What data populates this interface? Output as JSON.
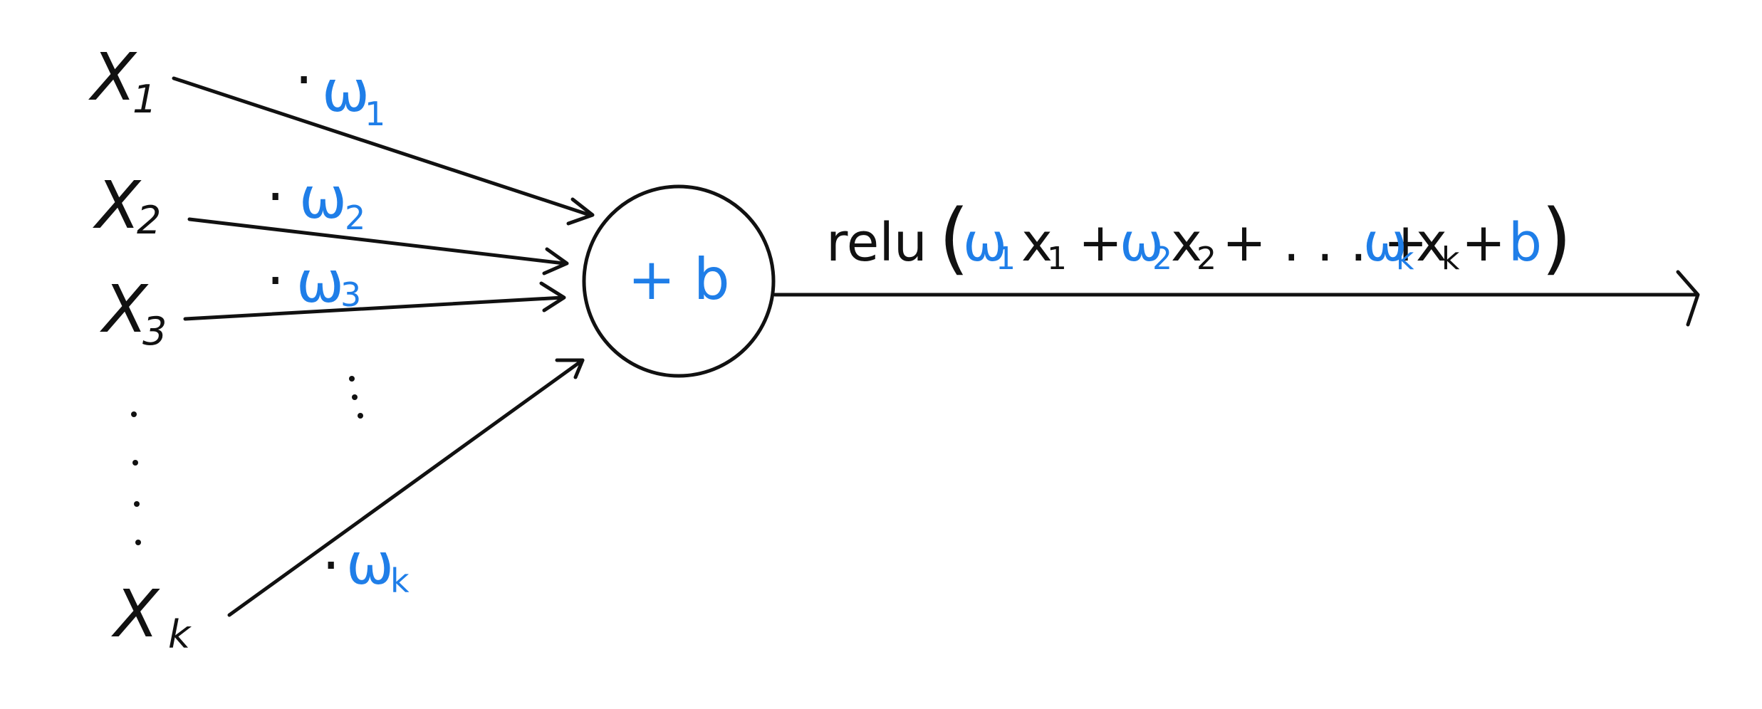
{
  "colors": {
    "ink": "#111111",
    "weight": "#1f7ee8"
  },
  "inputs": [
    {
      "base": "X",
      "sub": "1"
    },
    {
      "base": "X",
      "sub": "2"
    },
    {
      "base": "X",
      "sub": "3"
    },
    {
      "base": "X",
      "sub": "k"
    }
  ],
  "weights": [
    {
      "dot": "·",
      "base": "ω",
      "sub": "1"
    },
    {
      "dot": "·",
      "base": "ω",
      "sub": "2"
    },
    {
      "dot": "·",
      "base": "ω",
      "sub": "3"
    },
    {
      "dot": "·",
      "base": "ω",
      "sub": "k"
    }
  ],
  "neuron": {
    "bias_label": "+ b"
  },
  "output": {
    "func": "relu",
    "open": "(",
    "w1": "ω",
    "w1_sub": "1",
    "x1": "x",
    "x1_sub": "1",
    "plus1": "+",
    "w2": "ω",
    "w2_sub": "2",
    "x2": "x",
    "x2_sub": "2",
    "ellipsis": "+ . . . +",
    "wk": "ω",
    "wk_sub": "k",
    "xk": "x",
    "xk_sub": "k",
    "plus2": "+",
    "b": "b",
    "close": ")"
  }
}
